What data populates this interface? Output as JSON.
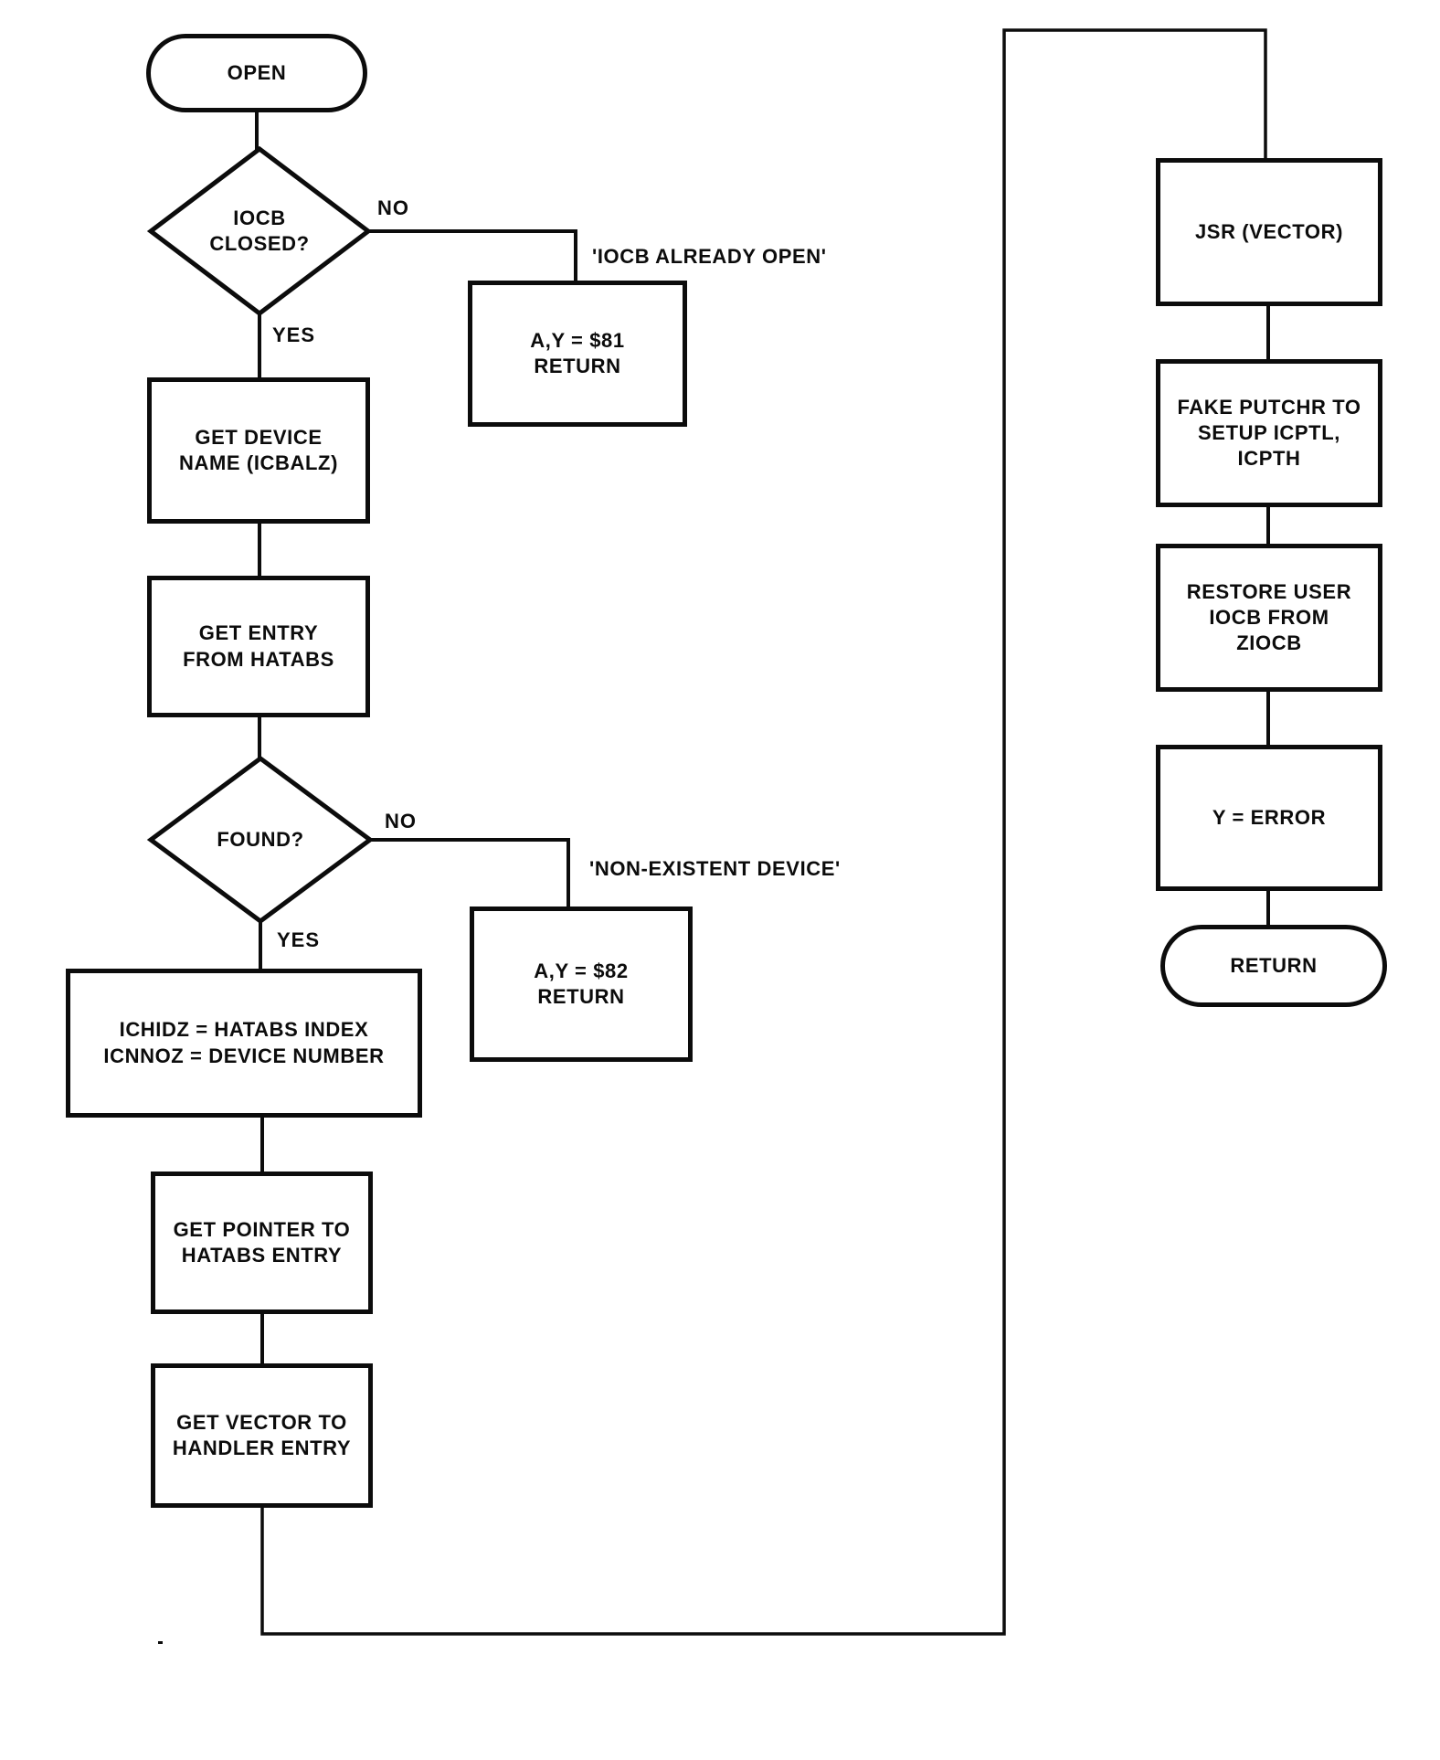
{
  "diagram": {
    "title": "OPEN routine flowchart",
    "background_color": "#ffffff",
    "line_color": "#0c0c0c"
  },
  "nodes": {
    "open": {
      "type": "terminator",
      "label": "OPEN"
    },
    "iocb_closed": {
      "type": "decision",
      "label": "IOCB\nCLOSED?"
    },
    "return_81": {
      "type": "process",
      "label": "A,Y = $81\nRETURN"
    },
    "get_device_name": {
      "type": "process",
      "label": "GET DEVICE\nNAME (ICBALZ)"
    },
    "get_entry": {
      "type": "process",
      "label": "GET ENTRY\nFROM HATABS"
    },
    "found": {
      "type": "decision",
      "label": "FOUND?"
    },
    "return_82": {
      "type": "process",
      "label": "A,Y = $82\nRETURN"
    },
    "ichidz": {
      "type": "process",
      "label": "ICHIDZ = HATABS INDEX\nICNNOZ = DEVICE NUMBER"
    },
    "get_pointer": {
      "type": "process",
      "label": "GET POINTER TO\nHATABS ENTRY"
    },
    "get_vector": {
      "type": "process",
      "label": "GET VECTOR TO\nHANDLER ENTRY"
    },
    "jsr_vector": {
      "type": "process",
      "label": "JSR (VECTOR)"
    },
    "fake_putchr": {
      "type": "process",
      "label": "FAKE PUTCHR TO\nSETUP ICPTL,\nICPTH"
    },
    "restore_iocb": {
      "type": "process",
      "label": "RESTORE USER\nIOCB FROM\nZIOCB"
    },
    "y_error": {
      "type": "process",
      "label": "Y = ERROR"
    },
    "return_end": {
      "type": "terminator",
      "label": "RETURN"
    }
  },
  "edge_labels": {
    "iocb_closed_no": "NO",
    "iocb_closed_yes": "YES",
    "found_no": "NO",
    "found_yes": "YES"
  },
  "annotations": {
    "iocb_already_open": "'IOCB ALREADY OPEN'",
    "non_existent_device": "'NON-EXISTENT DEVICE'"
  }
}
